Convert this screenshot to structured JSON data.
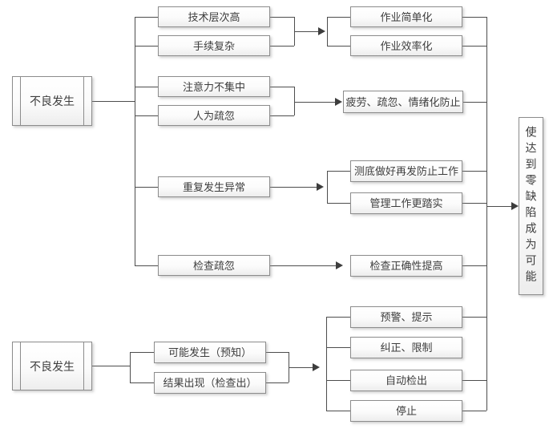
{
  "diagram": {
    "type": "flowchart",
    "colors": {
      "background": "#ffffff",
      "box_border": "#8c8c8c",
      "box_fill_top": "#ffffff",
      "box_fill_bottom": "#ededed",
      "connector_line": "#4d4d4d",
      "text": "#3d3d3d"
    },
    "nodes": {
      "start_top": "不良发生",
      "cause_tech_high": "技术层次高",
      "cause_procedure_complex": "手续复杂",
      "cause_attention_lack": "注意力不集中",
      "cause_human_error": "人为疏忽",
      "cause_repeat_abnormal": "重复发生异常",
      "cause_inspection_neglect": "检查疏忽",
      "effect_work_simplified": "作业简单化",
      "effect_work_efficient": "作业效率化",
      "effect_fatigue_prevention": "疲劳、疏忽、情绪化防止",
      "effect_recurrence_prevention": "测底做好再发防止工作",
      "effect_management_solid": "管理工作更踏实",
      "effect_inspection_accuracy": "检查正确性提高",
      "effect_warning_prompt": "预警、提示",
      "effect_correct_limit": "纠正、限制",
      "effect_auto_detect": "自动检出",
      "effect_stop": "停止",
      "start_bottom": "不良发生",
      "stage_possible": "可能发生（预知）",
      "stage_result": "结果出现（检查出）",
      "goal": "使达到零缺陷成为可能"
    }
  }
}
